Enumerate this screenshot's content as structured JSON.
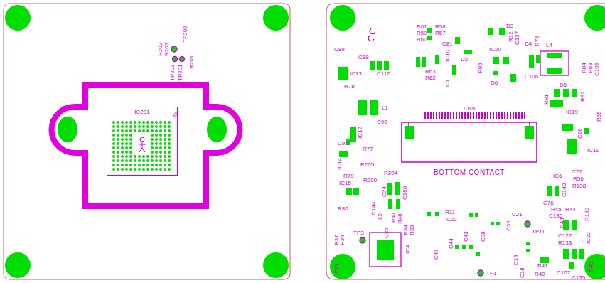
{
  "diagram": {
    "nodes": [
      {
        "text": [
          "IC201"
        ]
      },
      {
        "text": [
          "CN9",
          "BOTTOM CONTACT"
        ]
      }
    ],
    "labels": [
      "R202",
      "R203",
      "TP202",
      "R201",
      "TP203",
      "TP201",
      "R61",
      "R59",
      "R60",
      "C81",
      "R58",
      "R57",
      "D3",
      "R12",
      "C127",
      "D2",
      "IC10",
      "R63",
      "R62",
      "C1",
      "C89",
      "C88",
      "IC13",
      "R78",
      "C112",
      "R86",
      "IC20",
      "D6",
      "D4",
      "R75",
      "L4",
      "C106",
      "R84",
      "R83",
      "C108",
      "D5",
      "R81",
      "R82",
      "IC19",
      "L1",
      "C90",
      "IC12",
      "R77",
      "C92",
      "IC14",
      "R79",
      "R205",
      "R204",
      "R200",
      "IC15",
      "C24",
      "C150",
      "R80",
      "C144",
      "L2",
      "C35",
      "R47",
      "R48",
      "R34",
      "R33",
      "R11",
      "C22",
      "C21",
      "C36",
      "C28",
      "R55",
      "IC11",
      "C77",
      "IC6",
      "R56",
      "C140",
      "R138",
      "C76",
      "R45",
      "R44",
      "R139",
      "C136",
      "TP11",
      "R43",
      "C122",
      "R133",
      "IC22",
      "TP3",
      "IC4",
      "C43",
      "C44",
      "C47",
      "C38",
      "R37",
      "R36",
      "C49",
      "C19",
      "C18",
      "R41",
      "R40",
      "C107",
      "R42",
      "C135",
      "TP1"
    ]
  }
}
